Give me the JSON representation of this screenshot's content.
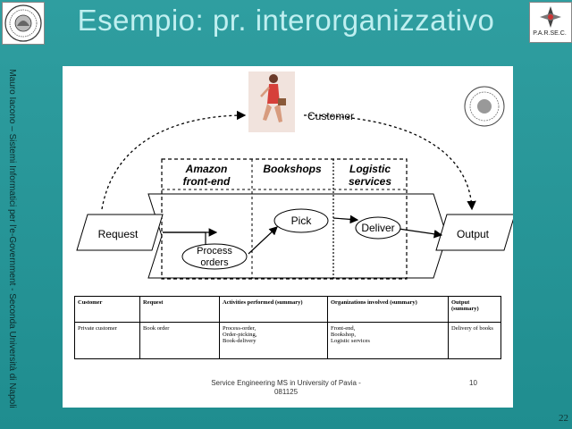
{
  "title": "Esempio: pr. interorganizzativo",
  "side_text": "Mauro Iacono – Sistemi Informatici per l'e-Government - Seconda Università di Napoli",
  "page_number": "22",
  "logo_right_label": "P.A.R.SE.C.",
  "diagram": {
    "customer_label": "Customer",
    "lanes": [
      "Amazon front-end",
      "Bookshops",
      "Logistic services"
    ],
    "request_label": "Request",
    "output_label": "Output",
    "process_label": "Process orders",
    "pick_label": "Pick",
    "deliver_label": "Deliver"
  },
  "table": {
    "headers": [
      "Customer",
      "Request",
      "Activities performed (summary)",
      "Organizations involved (summary)",
      "Output (summary)"
    ],
    "row": [
      "Private customer",
      "Book order",
      "Process-order,\nOrder-picking,\nBook-delivery",
      "Front-end,\nBookshop,\nLogistic services",
      "Delivery of books"
    ]
  },
  "footer": {
    "text": "Service Engineering MS in University of Pavia - 081125",
    "number": "10"
  }
}
